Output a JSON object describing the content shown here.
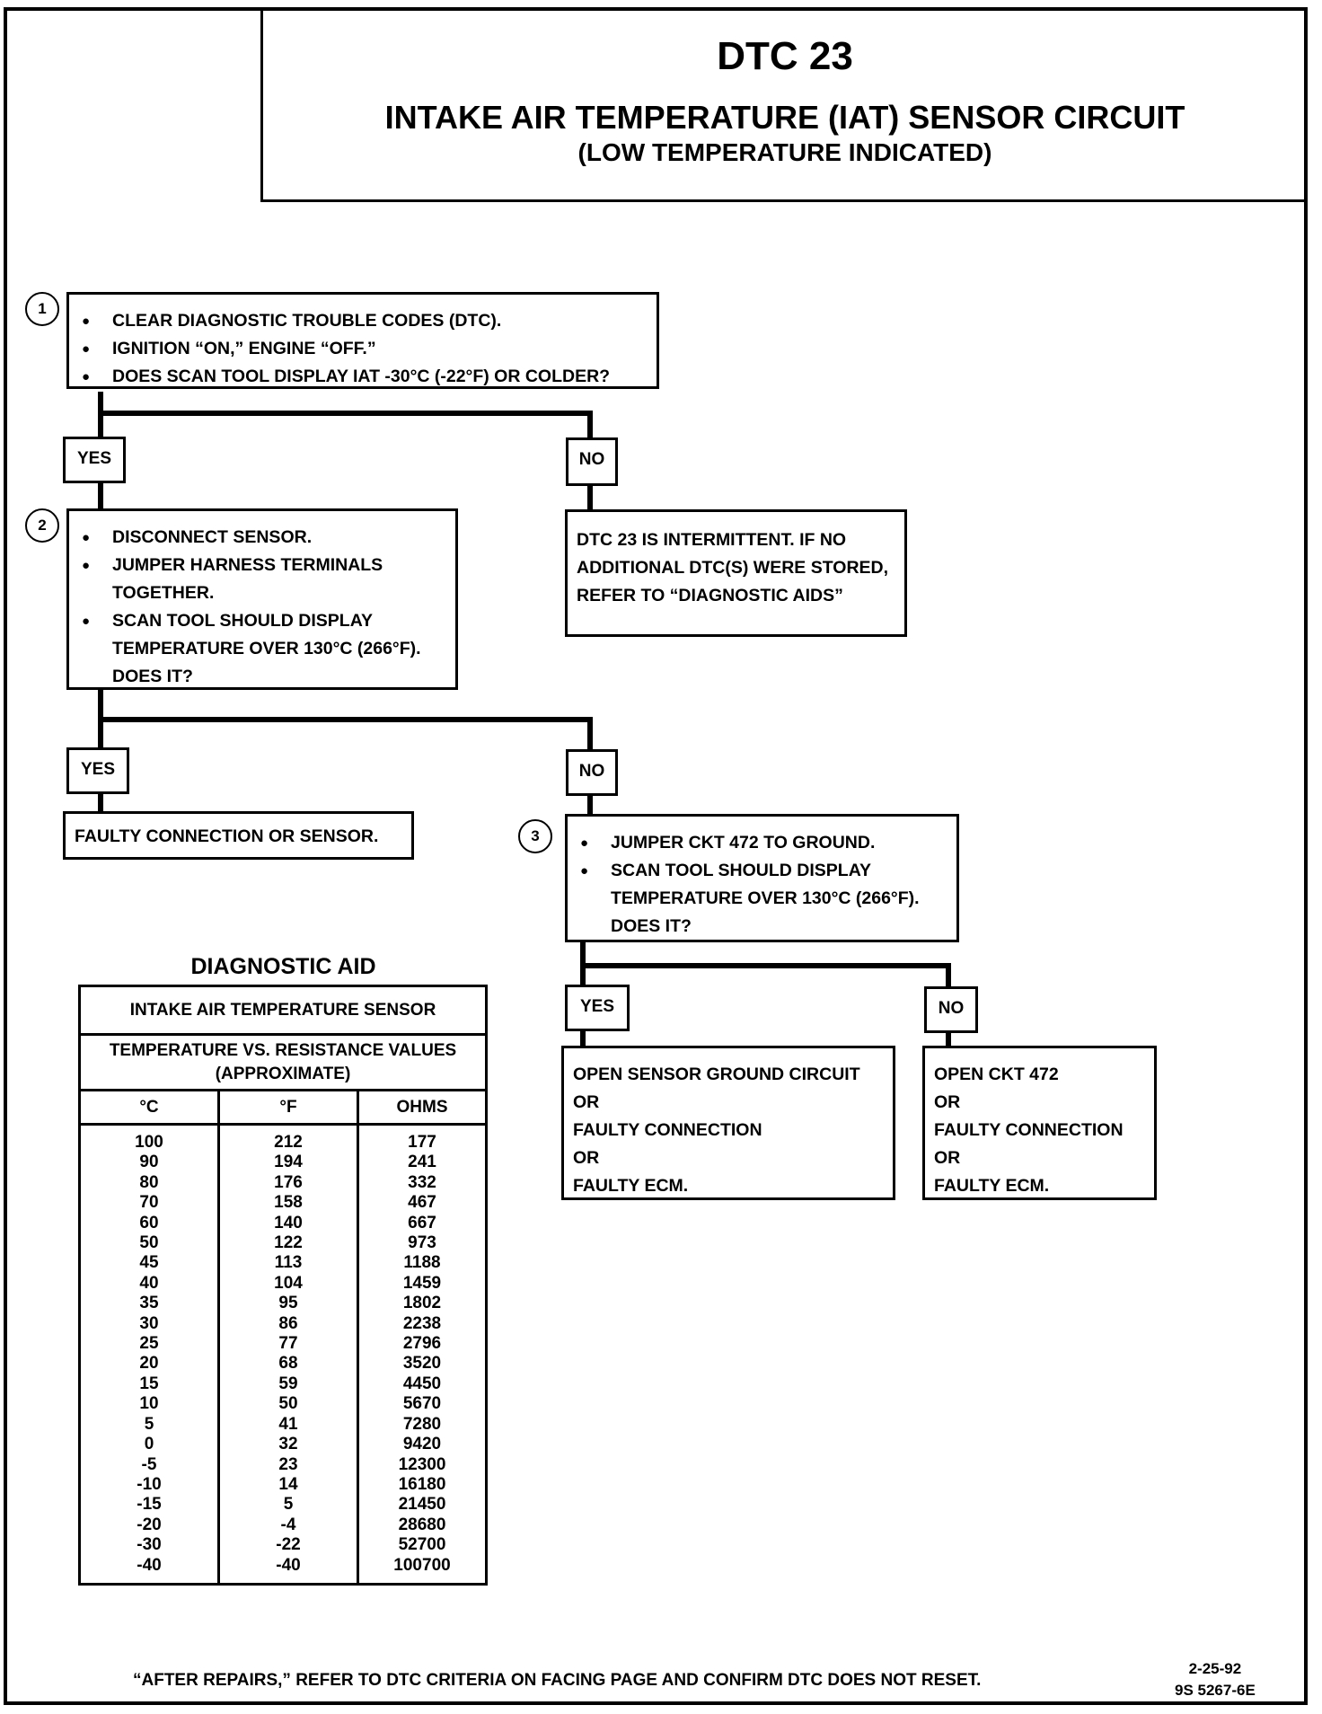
{
  "header": {
    "code": "DTC 23",
    "title": "INTAKE AIR TEMPERATURE (IAT) SENSOR CIRCUIT",
    "subtitle": "(LOW TEMPERATURE INDICATED)"
  },
  "steps": [
    {
      "number": "1",
      "lines": [
        "CLEAR DIAGNOSTIC TROUBLE CODES (DTC).",
        "IGNITION “ON,” ENGINE “OFF.”",
        "DOES SCAN TOOL DISPLAY IAT -30°C (-22°F) OR COLDER?"
      ]
    },
    {
      "number": "2",
      "lines": [
        "DISCONNECT SENSOR.",
        "JUMPER HARNESS TERMINALS TOGETHER.",
        "SCAN TOOL SHOULD DISPLAY TEMPERATURE OVER 130°C (266°F). DOES IT?"
      ]
    },
    {
      "number": "3",
      "lines": [
        "JUMPER CKT 472 TO GROUND.",
        "SCAN TOOL SHOULD DISPLAY TEMPERATURE OVER 130°C (266°F). DOES IT?"
      ]
    }
  ],
  "labels": {
    "yes": "YES",
    "no": "NO"
  },
  "results": {
    "step1_no": "DTC 23 IS INTERMITTENT.  IF NO ADDITIONAL DTC(S) WERE STORED, REFER TO “DIAGNOSTIC AIDS”",
    "step2_yes": "FAULTY CONNECTION OR SENSOR.",
    "step3_yes": [
      "OPEN SENSOR GROUND CIRCUIT",
      "OR",
      "FAULTY CONNECTION",
      "OR",
      "FAULTY ECM."
    ],
    "step3_no": [
      "OPEN CKT 472",
      "OR",
      "FAULTY CONNECTION",
      "OR",
      "FAULTY ECM."
    ]
  },
  "diagnostic_aid": {
    "title": "DIAGNOSTIC AID",
    "header1": "INTAKE AIR TEMPERATURE SENSOR",
    "header2": "TEMPERATURE VS. RESISTANCE VALUES (APPROXIMATE)",
    "columns": [
      "°C",
      "°F",
      "OHMS"
    ],
    "celsius": [
      "100",
      "90",
      "80",
      "70",
      "60",
      "50",
      "45",
      "40",
      "35",
      "30",
      "25",
      "20",
      "15",
      "10",
      "5",
      "0",
      "-5",
      "-10",
      "-15",
      "-20",
      "-30",
      "-40"
    ],
    "fahrenheit": [
      "212",
      "194",
      "176",
      "158",
      "140",
      "122",
      "113",
      "104",
      "95",
      "86",
      "77",
      "68",
      "59",
      "50",
      "41",
      "32",
      "23",
      "14",
      "5",
      "-4",
      "-22",
      "-40"
    ],
    "ohms": [
      "177",
      "241",
      "332",
      "467",
      "667",
      "973",
      "1188",
      "1459",
      "1802",
      "2238",
      "2796",
      "3520",
      "4450",
      "5670",
      "7280",
      "9420",
      "12300",
      "16180",
      "21450",
      "28680",
      "52700",
      "100700"
    ]
  },
  "footer": {
    "note": "“AFTER REPAIRS,” REFER TO DTC CRITERIA ON FACING PAGE AND CONFIRM DTC DOES NOT RESET.",
    "date": "2-25-92",
    "code": "9S 5267-6E"
  }
}
